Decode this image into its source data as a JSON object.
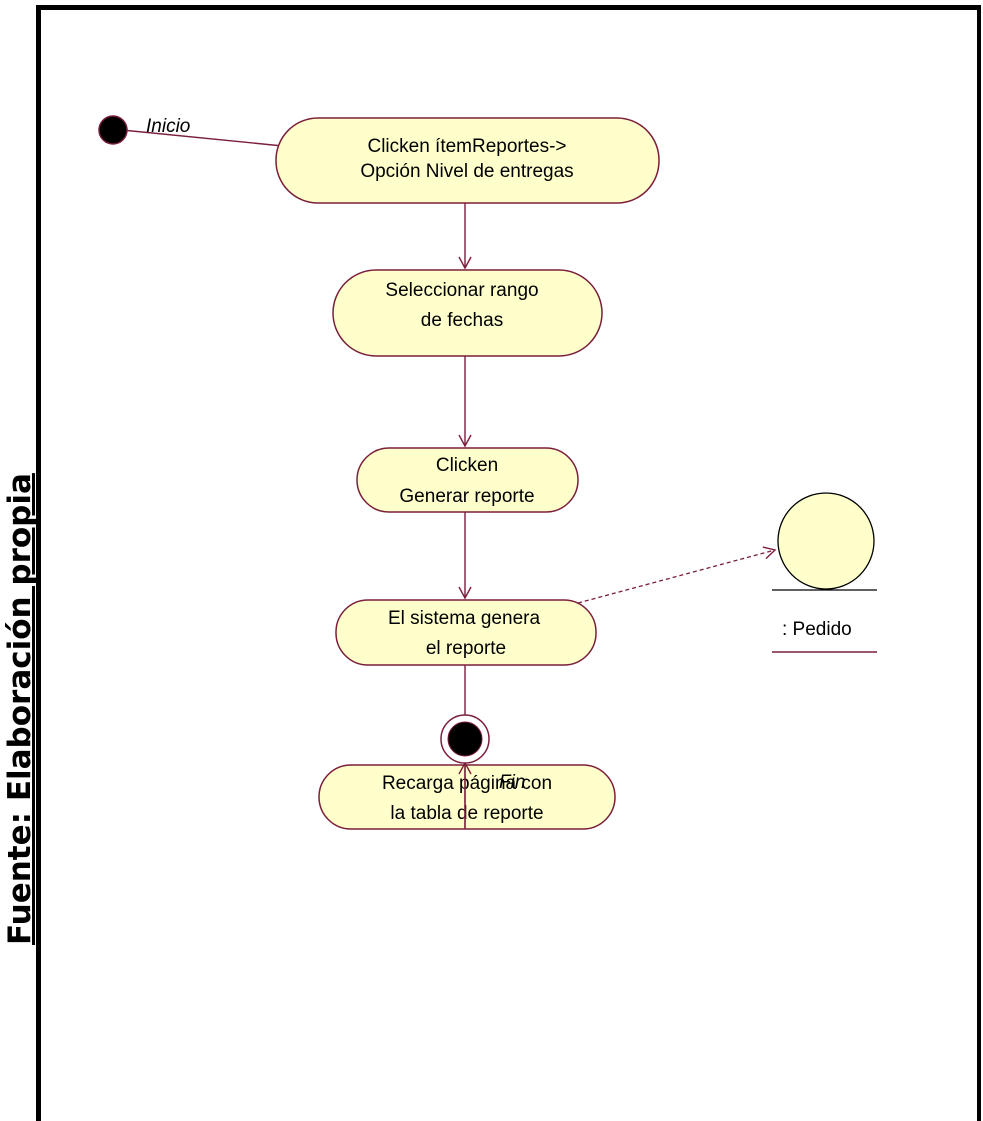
{
  "caption": "Fuente: Elaboración propia",
  "colors": {
    "activity_fill": "#FFFFCC",
    "activity_stroke": "#7A1E3A",
    "flow": "#7A1E3A",
    "node_fill": "#000000"
  },
  "start": {
    "label": "Inicio"
  },
  "end": {
    "label": "Fin"
  },
  "activities": [
    {
      "lines": [
        "Clicken ítemReportes->",
        "Opción Nivel de entregas"
      ]
    },
    {
      "lines": [
        "Seleccionar rango",
        "de fechas"
      ]
    },
    {
      "lines": [
        "Clicken",
        "Generar reporte"
      ]
    },
    {
      "lines": [
        "El sistema genera",
        "el reporte"
      ]
    },
    {
      "lines": [
        "Recarga página con",
        "la tabla de reporte"
      ]
    }
  ],
  "object": {
    "label": ": Pedido"
  }
}
